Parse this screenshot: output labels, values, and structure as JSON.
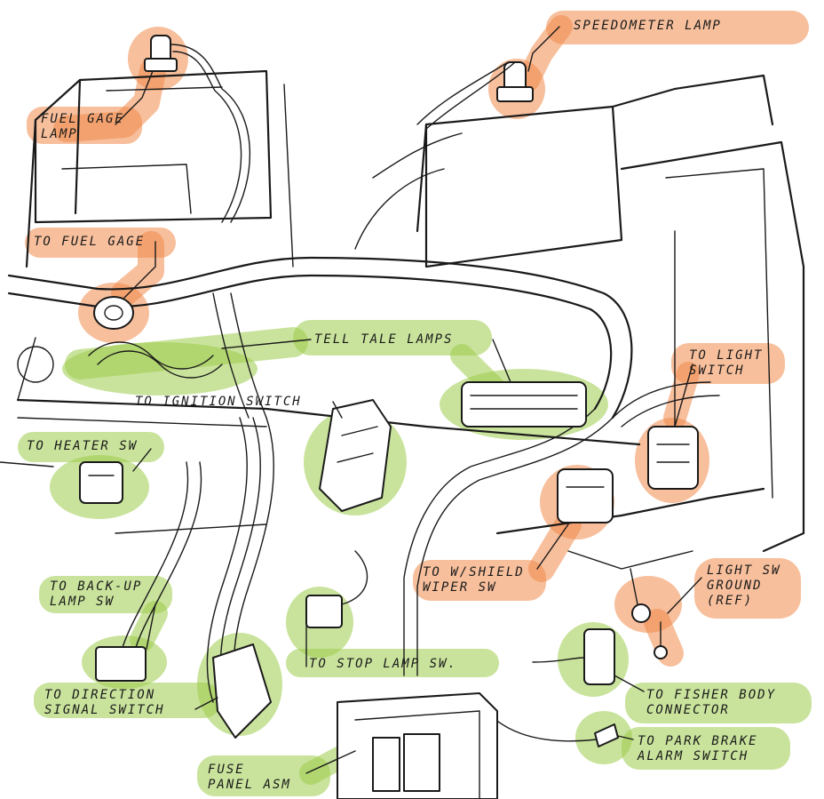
{
  "colors": {
    "orange_highlight": "#f08a4b",
    "green_highlight": "#9ccc4a",
    "ink": "#1a1a1a",
    "paper": "#ffffff"
  },
  "labels": {
    "speedometer_lamp": "SPEEDOMETER LAMP",
    "fuel_gage_lamp": "FUEL GAGE\nLAMP",
    "to_fuel_gage": "TO FUEL GAGE",
    "tell_tale_lamps": "TELL TALE LAMPS",
    "to_ignition_switch": "TO IGNITION SWITCH",
    "to_light_switch": "TO LIGHT\nSWITCH",
    "to_heater_sw": "TO HEATER SW",
    "to_wshield_wiper_sw": "TO W/SHIELD\nWIPER SW",
    "light_sw_ground": "LIGHT SW\nGROUND\n(REF)",
    "to_back_up_lamp_sw": "TO BACK-UP\nLAMP SW",
    "to_stop_lamp_sw": "TO STOP LAMP SW.",
    "to_direction_signal_switch": "TO DIRECTION\nSIGNAL SWITCH",
    "to_fisher_body_connector": "TO FISHER BODY\nCONNECTOR",
    "to_park_brake_alarm_switch": "TO PARK BRAKE\nALARM SWITCH",
    "fuse_panel_asm": "FUSE\nPANEL ASM"
  },
  "highlight_groups": {
    "orange": [
      "speedometer_lamp",
      "fuel_gage_lamp",
      "to_fuel_gage",
      "to_light_switch",
      "to_wshield_wiper_sw",
      "light_sw_ground"
    ],
    "green": [
      "tell_tale_lamps",
      "to_ignition_switch",
      "to_heater_sw",
      "to_back_up_lamp_sw",
      "to_stop_lamp_sw",
      "to_direction_signal_switch",
      "to_fisher_body_connector",
      "to_park_brake_alarm_switch",
      "fuse_panel_asm"
    ]
  }
}
